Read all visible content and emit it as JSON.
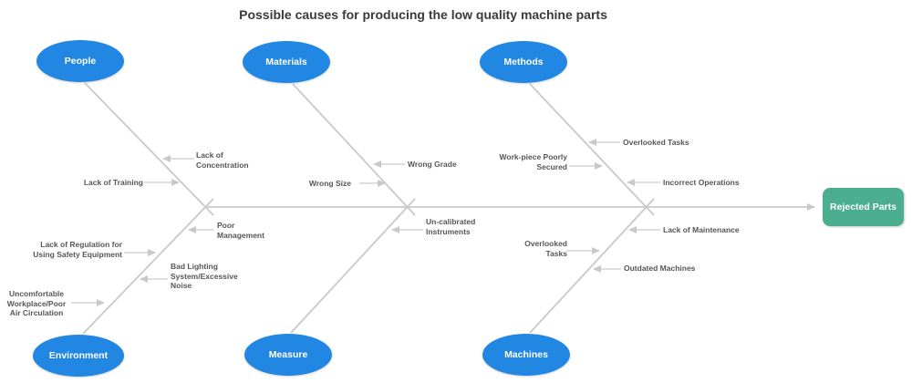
{
  "title": "Possible causes for producing the low quality machine parts",
  "effect": {
    "label": "Rejected Parts"
  },
  "categories": {
    "people": {
      "label": "People"
    },
    "materials": {
      "label": "Materials"
    },
    "methods": {
      "label": "Methods"
    },
    "environment": {
      "label": "Environment"
    },
    "measure": {
      "label": "Measure"
    },
    "machines": {
      "label": "Machines"
    }
  },
  "causes": {
    "people": {
      "concentration": "Lack of\nConcentration",
      "training": "Lack of Training"
    },
    "materials": {
      "grade": "Wrong Grade",
      "size": "Wrong Size"
    },
    "methods": {
      "overlooked": "Overlooked Tasks",
      "workpiece": "Work-piece Poorly\nSecured",
      "incorrect": "Incorrect Operations"
    },
    "environment": {
      "management": "Poor\nManagement",
      "regulation": "Lack of Regulation for\nUsing Safety Equipment",
      "lighting": "Bad Lighting\nSystem/Excessive\nNoise",
      "workplace": "Uncomfortable\nWorkplace/Poor\nAir Circulation"
    },
    "measure": {
      "instruments": "Un-calibrated\nInstruments"
    },
    "machines": {
      "maintenance": "Lack of Maintenance",
      "overlooked": "Overlooked\nTasks",
      "outdated": "Outdated Machines"
    }
  },
  "colors": {
    "category_fill": "#2287E3",
    "effect_fill": "#4BAE8E",
    "line": "#C9C9C9",
    "label_text": "#565656",
    "title_text": "#3A3A3A",
    "shape_text": "#FFFFFF"
  }
}
